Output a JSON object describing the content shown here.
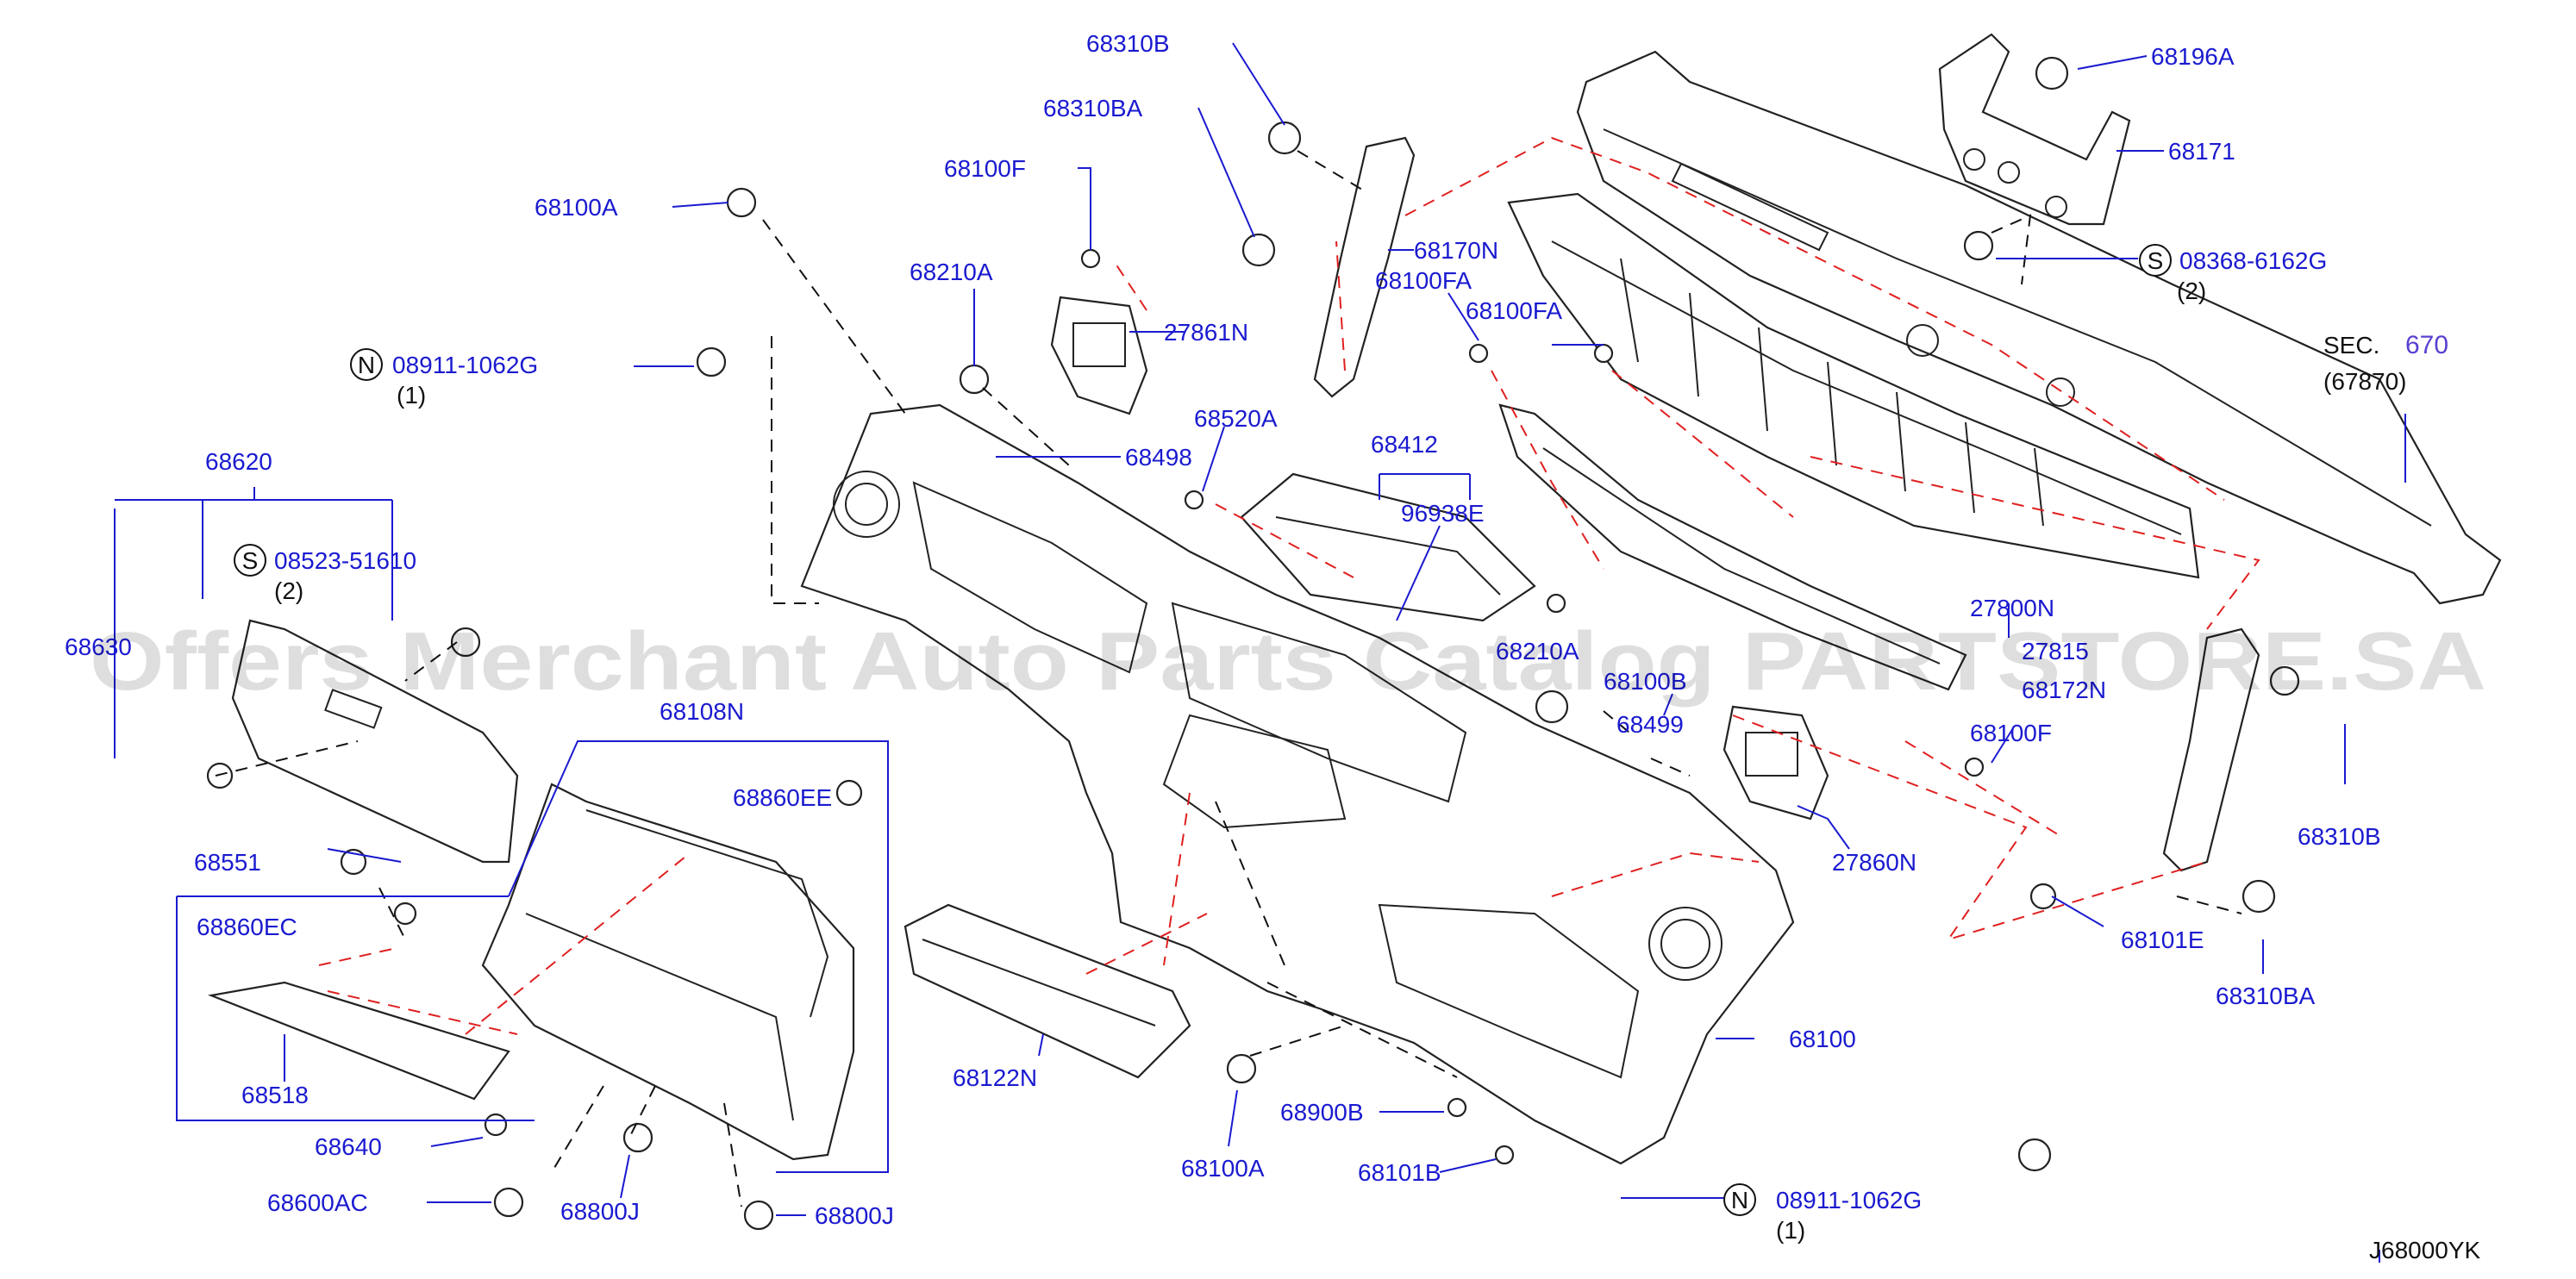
{
  "labels": {
    "p68310B_top": "68310B",
    "p68310BA_top": "68310BA",
    "p68100F_top": "68100F",
    "p68100A_top": "68100A",
    "p68210A": "68210A",
    "p27861N": "27861N",
    "p68170N": "68170N",
    "p68100FA_a": "68100FA",
    "p68100FA_b": "68100FA",
    "p68196A": "68196A",
    "p68171": "68171",
    "p08368": "08368-6162G",
    "p08368_qty": "(2)",
    "sec_prefix": "SEC.",
    "sec_num": "670",
    "sec_sub": "(67870)",
    "p08911_top": "08911-1062G",
    "p08911_top_qty": "(1)",
    "p68498": "68498",
    "p68520A": "68520A",
    "p68412": "68412",
    "p96938E": "96938E",
    "p68620": "68620",
    "p08523": "08523-51610",
    "p08523_qty": "(2)",
    "p68630": "68630",
    "p27800N": "27800N",
    "p27815": "27815",
    "p68172N": "68172N",
    "p68100B": "68100B",
    "p68210A_mid": "68210A",
    "p68108N": "68108N",
    "p68499": "68499",
    "p68100F_mid": "68100F",
    "p68310B_right": "68310B",
    "p68860EE": "68860EE",
    "p68551": "68551",
    "p27860N": "27860N",
    "p68860EC": "68860EC",
    "p68101E": "68101E",
    "p68310BA_right": "68310BA",
    "p68518": "68518",
    "p68122N": "68122N",
    "p68100": "68100",
    "p68640": "68640",
    "p68900B": "68900B",
    "p68100A_bot": "68100A",
    "p68101B": "68101B",
    "p68600AC": "68600AC",
    "p68800J_a": "68800J",
    "p68800J_b": "68800J",
    "p08911_bot": "08911-1062G",
    "p08911_bot_qty": "(1)",
    "drawing_code": "J68000YK"
  },
  "symbols": {
    "nut_symbol": "N",
    "screw_symbol": "S"
  },
  "watermark": "Offers Merchant Auto Parts Catalog PARTSTORE.SA",
  "colors": {
    "label": "#1a1ad0",
    "leader": "#1a1ad0",
    "red_dash": "#e02020",
    "line": "#222222"
  }
}
